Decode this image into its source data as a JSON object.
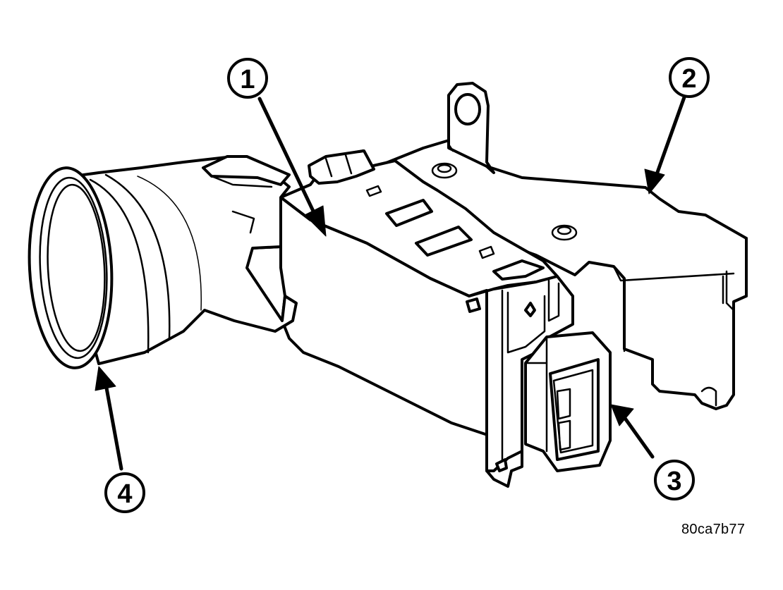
{
  "figure": {
    "code": "80ca7b77"
  },
  "callouts": [
    {
      "label": "1"
    },
    {
      "label": "2"
    },
    {
      "label": "3"
    },
    {
      "label": "4"
    }
  ],
  "colors": {
    "ink": "#000000",
    "paper": "#ffffff"
  }
}
